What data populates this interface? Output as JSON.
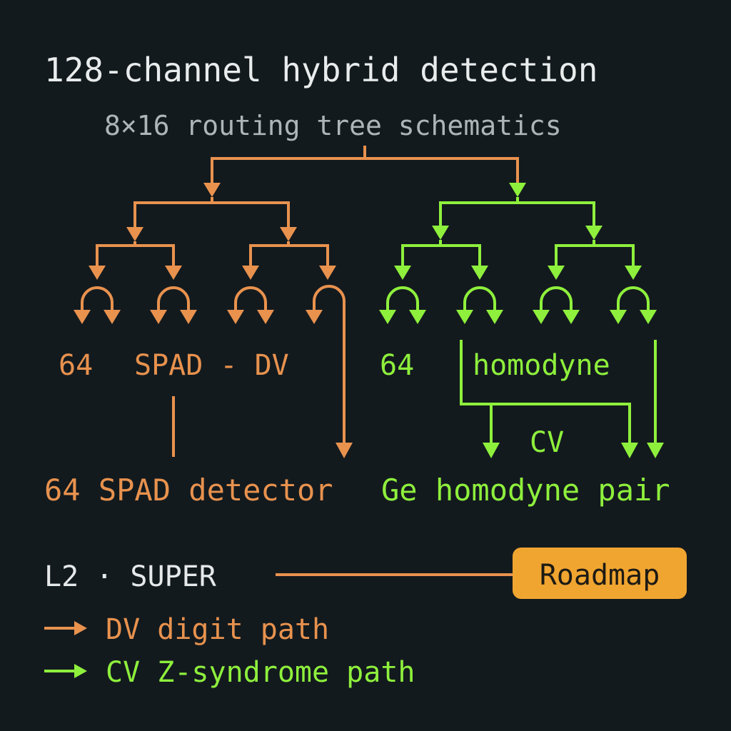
{
  "header": {
    "title": "128-channel hybrid detection",
    "subtitle": "8×16 routing tree schematics"
  },
  "colors": {
    "background": "#131a1e",
    "dv_accent": "#e8924e",
    "cv_accent": "#8ef03c",
    "badge_fill": "#f0a531",
    "text_light": "#e6e9ea",
    "text_muted": "#aeb5b7"
  },
  "dv_branch": {
    "count_label": "64",
    "mid_label": "SPAD - DV",
    "bottom_label": "64 SPAD detector"
  },
  "cv_branch": {
    "count_label": "64",
    "mid_label": "homodyne",
    "cv_label": "CV",
    "bottom_label": "Ge homodyne pair"
  },
  "status": {
    "level_label": "L2 · SUPER",
    "badge_label": "Roadmap"
  },
  "legend": {
    "items": [
      {
        "icon": "orange-arrow-icon",
        "label": "DV digit path"
      },
      {
        "icon": "green-arrow-icon",
        "label": "CV Z-syndrome path"
      }
    ]
  }
}
